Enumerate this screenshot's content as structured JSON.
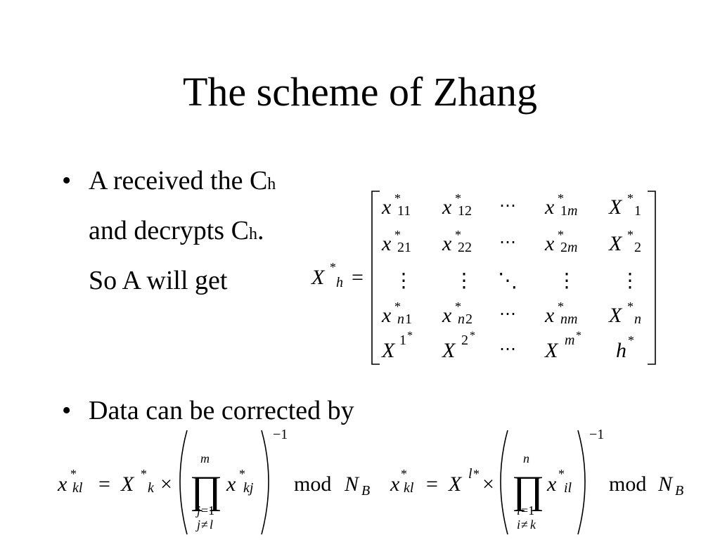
{
  "slide": {
    "title": "The scheme of Zhang",
    "bullet1": {
      "line1": "A received the C",
      "line1_sub": "h",
      "line2": "and decrypts C",
      "line2_sub": "h",
      "line2_end": ".",
      "line3": "So A will get"
    },
    "bullet2": "Data can be corrected by",
    "bullet_symbol": "•"
  },
  "matrix": {
    "lhs": "X*h =",
    "rows": [
      [
        "x*11",
        "x*12",
        "⋯",
        "x*1m",
        "X*1"
      ],
      [
        "x*21",
        "x*22",
        "⋯",
        "x*2m",
        "X*2"
      ],
      [
        "⋮",
        "⋮",
        "⋱",
        "⋮",
        "⋮"
      ],
      [
        "x*n1",
        "x*n2",
        "⋯",
        "x*nm",
        "X*n"
      ],
      [
        "X1*",
        "X2*",
        "⋯",
        "Xm*",
        "h*"
      ]
    ]
  },
  "formulas": [
    "x*kl = X*k × ( ∏ j=1, j≠l .. m x*kj )^(−1) mod NB",
    "x*kl = X l* × ( ∏ i=1, i≠k .. n x*il )^(−1) mod NB"
  ]
}
